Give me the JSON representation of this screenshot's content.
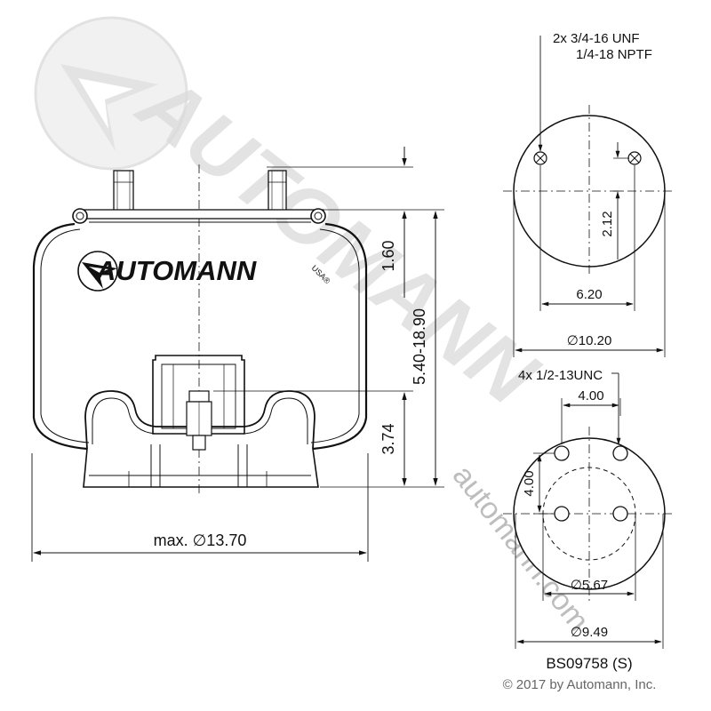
{
  "watermark": {
    "logo_icon": "automann-arrow-logo-icon",
    "text": "AUTOMANN",
    "url": "automann.com"
  },
  "side_view": {
    "brand_label": "AUTOMANN",
    "brand_suffix": "USA®",
    "dim_width": "max. ∅13.70",
    "dim_top_plate": "1.60",
    "dim_height_range": "5.40-18.90",
    "dim_piston": "3.74"
  },
  "top_view": {
    "callout_line1": "2x 3/4-16 UNF",
    "callout_line2": "1/4-18 NPTF",
    "dim_offset": "2.12",
    "dim_stud_spacing": "6.20",
    "dim_diameter": "∅10.20"
  },
  "bottom_view": {
    "callout": "4x 1/2-13UNC",
    "dim_horizontal": "4.00",
    "dim_vertical": "4.00",
    "dim_bolt_circle": "∅5.67",
    "dim_diameter": "∅9.49"
  },
  "part_number": "BS09758 (S)",
  "copyright": "© 2017 by Automann, Inc."
}
